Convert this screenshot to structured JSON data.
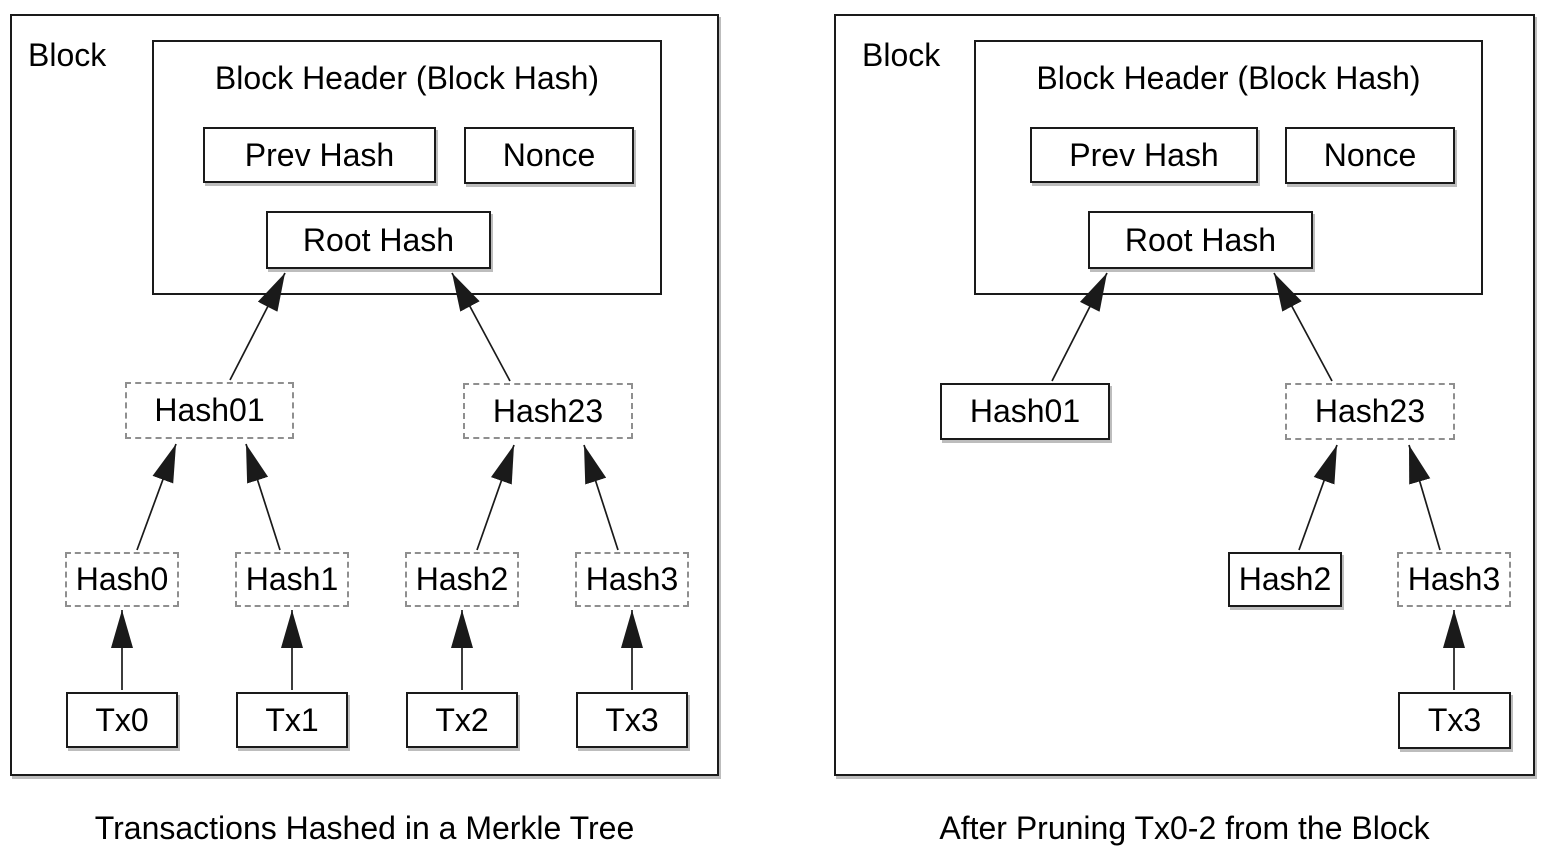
{
  "colors": {
    "ink": "#1a1a1a",
    "dashed": "#8f8f8f",
    "shadow": "#bdbdbd",
    "bg": "#ffffff"
  },
  "left": {
    "block_label": "Block",
    "header_title": "Block Header (Block Hash)",
    "prev_hash": "Prev Hash",
    "nonce": "Nonce",
    "root_hash": "Root Hash",
    "hash01": "Hash01",
    "hash23": "Hash23",
    "hash0": "Hash0",
    "hash1": "Hash1",
    "hash2": "Hash2",
    "hash3": "Hash3",
    "tx0": "Tx0",
    "tx1": "Tx1",
    "tx2": "Tx2",
    "tx3": "Tx3",
    "caption": "Transactions Hashed in a Merkle Tree"
  },
  "right": {
    "block_label": "Block",
    "header_title": "Block Header (Block Hash)",
    "prev_hash": "Prev Hash",
    "nonce": "Nonce",
    "root_hash": "Root Hash",
    "hash01": "Hash01",
    "hash23": "Hash23",
    "hash2": "Hash2",
    "hash3": "Hash3",
    "tx3": "Tx3",
    "caption": "After Pruning Tx0-2 from the Block"
  }
}
